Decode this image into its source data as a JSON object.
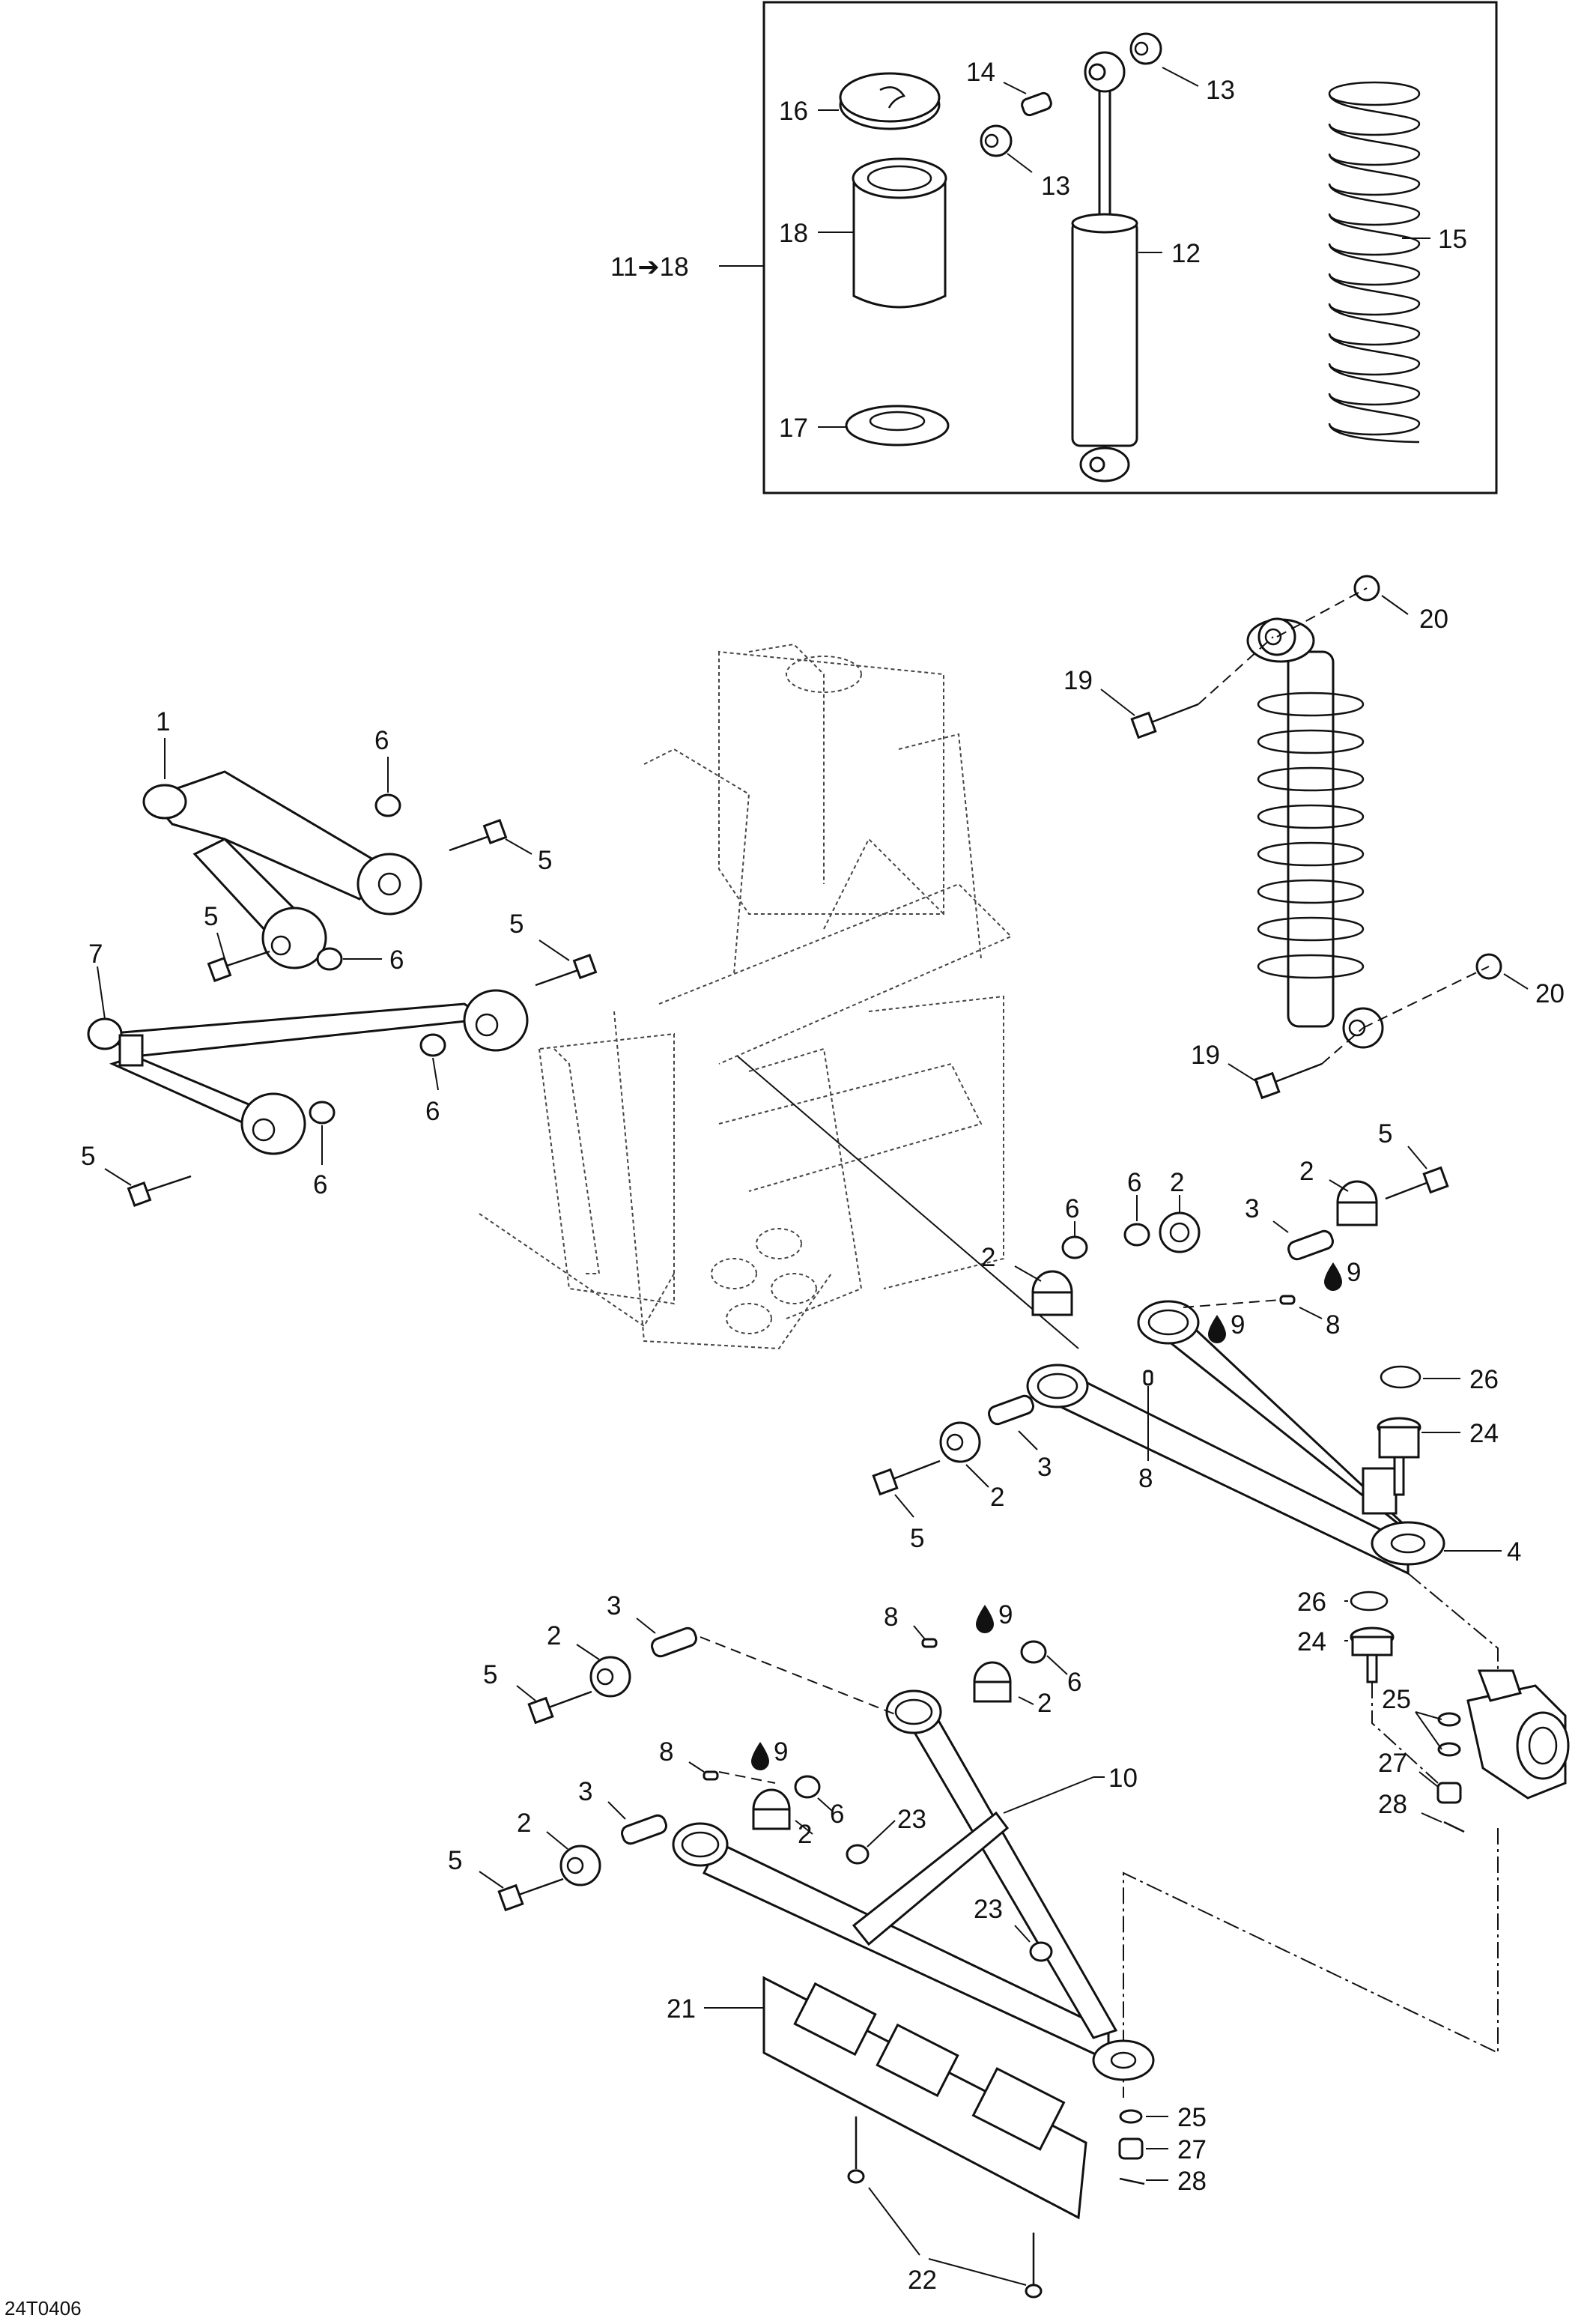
{
  "diagram": {
    "drawing_code": "24T0406",
    "kit_label": "11➔18",
    "lubricant_symbol": "drop-icon",
    "callouts": {
      "c1": "1",
      "c2": "2",
      "c3": "3",
      "c4": "4",
      "c5": "5",
      "c6": "6",
      "c7": "7",
      "c8": "8",
      "c9": "9",
      "c10": "10",
      "c12": "12",
      "c13": "13",
      "c14": "14",
      "c15": "15",
      "c16": "16",
      "c17": "17",
      "c18": "18",
      "c19": "19",
      "c20": "20",
      "c21": "21",
      "c22": "22",
      "c23": "23",
      "c24": "24",
      "c25": "25",
      "c26": "26",
      "c27": "27",
      "c28": "28"
    }
  }
}
